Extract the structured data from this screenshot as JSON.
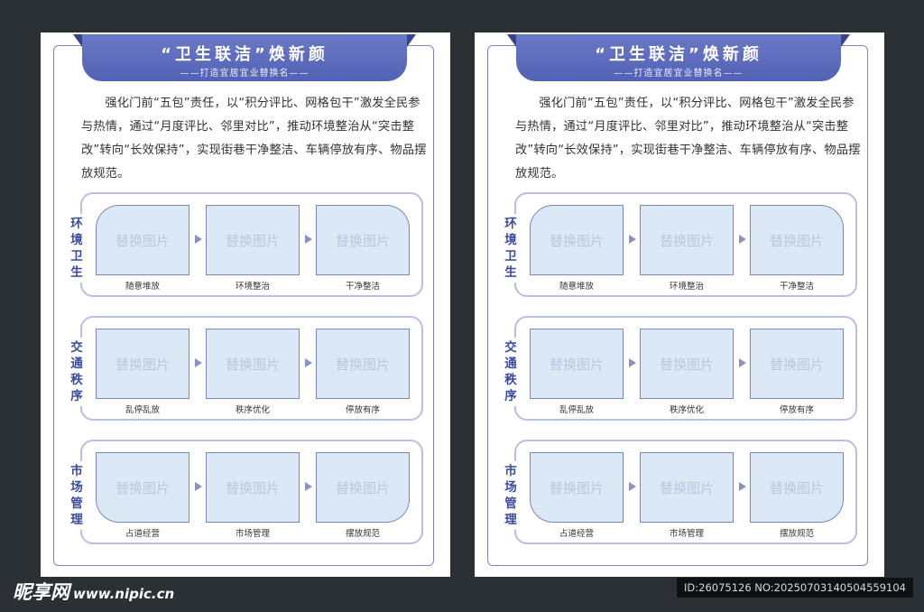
{
  "poster": {
    "title": "“卫生联洁”焕新颜",
    "subtitle": "——打造宜居宜业替换名——",
    "intro": "强化门前“五包”责任，以“积分评比、网格包干”激发全民参与热情，通过“月度评比、邻里对比”，推动环境整治从“突击整改”转向“长效保持”，实现街巷干净整洁、车辆停放有序、物品摆放规范。",
    "placeholder": "替换图片",
    "sections": [
      {
        "label": "环境卫生",
        "captions": [
          "随意堆放",
          "环境整治",
          "干净整洁"
        ]
      },
      {
        "label": "交通秩序",
        "captions": [
          "乱停乱放",
          "秩序优化",
          "停放有序"
        ]
      },
      {
        "label": "市场管理",
        "captions": [
          "占道经营",
          "市场管理",
          "摆放规范"
        ]
      }
    ]
  },
  "watermark": {
    "brand": "昵享网",
    "url": "www.nipic.cn"
  },
  "image_id": "ID:26075126 NO:20250703140504559104"
}
